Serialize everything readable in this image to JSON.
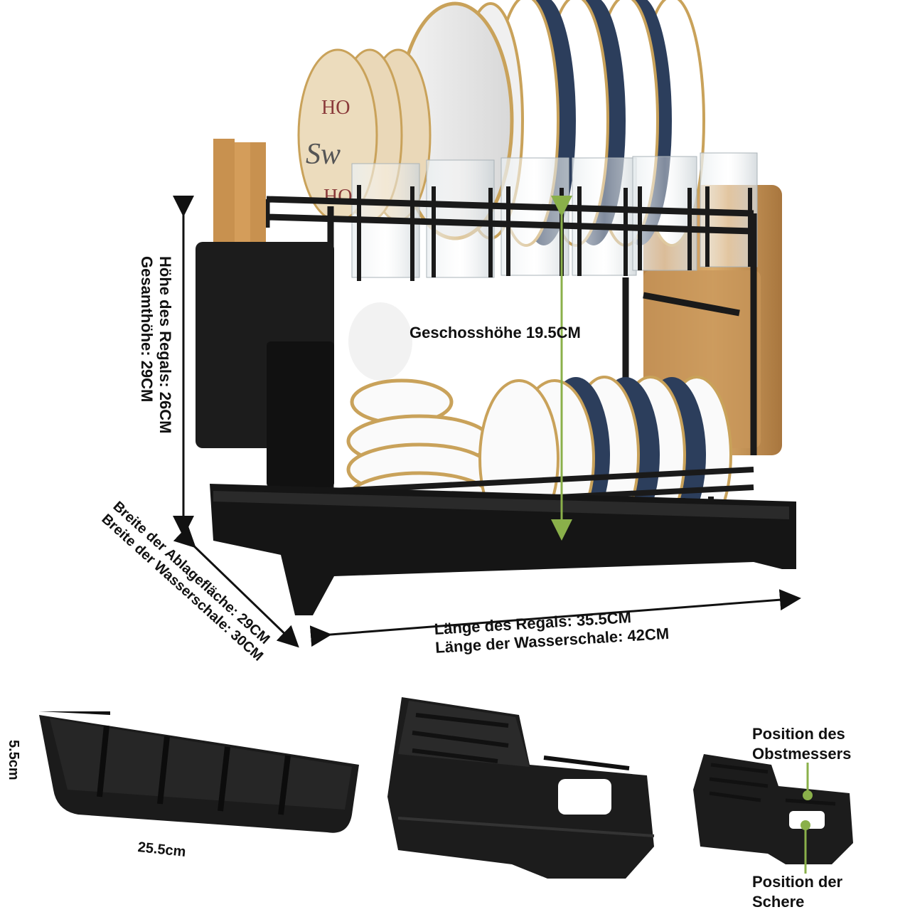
{
  "dimensions": {
    "height_rack": "Höhe des Regals: 26CM",
    "height_total": "Gesamthöhe: 29CM",
    "tier_height": "Geschosshöhe 19.5CM",
    "length_rack": "Länge des Regals: 35.5CM",
    "length_tray": "Länge der Wasserschale: 42CM",
    "width_shelf": "Breite der Ablagefläche: 29CM",
    "width_tray": "Breite der Wasserschale: 30CM"
  },
  "accessories": {
    "cutlery_height": "5.5cm",
    "cutlery_length": "25.5cm",
    "fruit_knife_position": "Position des Obstmessers",
    "scissors_position": "Position der Schere"
  },
  "plate_letters": [
    "HO",
    "Sw",
    "HO"
  ],
  "colors": {
    "rack": "#1a1a1a",
    "arrow": "#8ab04a",
    "gold": "#c9a25a",
    "navy": "#2c3e5c",
    "wood": "#c89a5a"
  }
}
